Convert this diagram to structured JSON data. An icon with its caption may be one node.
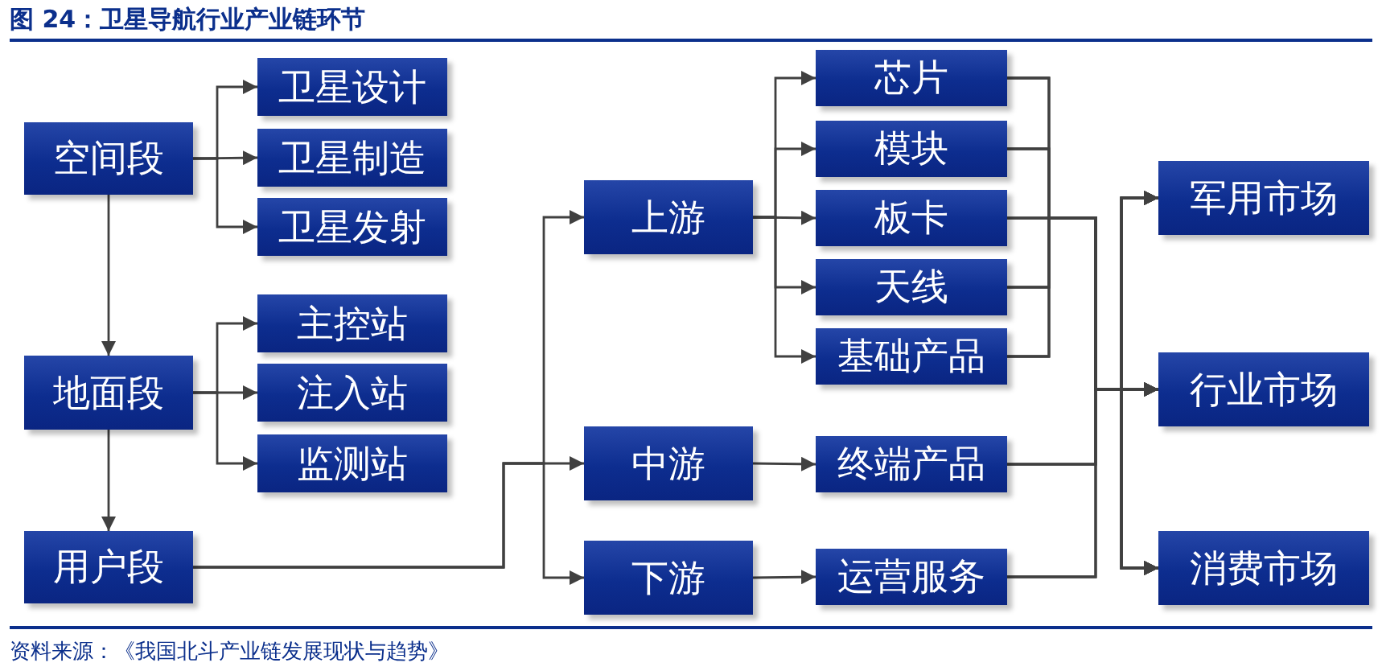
{
  "diagram": {
    "title": "图 24：卫星导航行业产业链环节",
    "caption": "资料来源：《我国北斗产业链发展现状与趋势》",
    "nodes": [
      {
        "text": [
          "空间段"
        ]
      },
      {
        "text": [
          "卫星设计"
        ]
      },
      {
        "text": [
          "卫星制造"
        ]
      },
      {
        "text": [
          "卫星发射"
        ]
      },
      {
        "text": [
          "地面段"
        ]
      },
      {
        "text": [
          "主控站"
        ]
      },
      {
        "text": [
          "注入站"
        ]
      },
      {
        "text": [
          "监测站"
        ]
      },
      {
        "text": [
          "用户段"
        ]
      },
      {
        "text": [
          "上游"
        ]
      },
      {
        "text": [
          "中游"
        ]
      },
      {
        "text": [
          "下游"
        ]
      },
      {
        "text": [
          "芯片"
        ]
      },
      {
        "text": [
          "模块"
        ]
      },
      {
        "text": [
          "板卡"
        ]
      },
      {
        "text": [
          "天线"
        ]
      },
      {
        "text": [
          "基础产品"
        ]
      },
      {
        "text": [
          "终端产品"
        ]
      },
      {
        "text": [
          "运营服务"
        ]
      },
      {
        "text": [
          "军用市场"
        ]
      },
      {
        "text": [
          "行业市场"
        ]
      },
      {
        "text": [
          "消费市场"
        ]
      }
    ],
    "edges": [
      {
        "from": 0,
        "to": 1,
        "arrow": "to"
      },
      {
        "from": 0,
        "to": 2,
        "arrow": "to"
      },
      {
        "from": 0,
        "to": 3,
        "arrow": "to"
      },
      {
        "from": 0,
        "to": 4,
        "arrow": "to"
      },
      {
        "from": 4,
        "to": 5,
        "arrow": "to"
      },
      {
        "from": 4,
        "to": 6,
        "arrow": "to"
      },
      {
        "from": 4,
        "to": 7,
        "arrow": "to"
      },
      {
        "from": 4,
        "to": 8,
        "arrow": "to"
      },
      {
        "from": 8,
        "to": 9,
        "arrow": "to"
      },
      {
        "from": 8,
        "to": 10,
        "arrow": "to"
      },
      {
        "from": 8,
        "to": 11,
        "arrow": "to"
      },
      {
        "from": 9,
        "to": 12,
        "arrow": "to"
      },
      {
        "from": 9,
        "to": 13,
        "arrow": "to"
      },
      {
        "from": 9,
        "to": 14,
        "arrow": "to"
      },
      {
        "from": 9,
        "to": 15,
        "arrow": "to"
      },
      {
        "from": 9,
        "to": 16,
        "arrow": "to"
      },
      {
        "from": 10,
        "to": 17,
        "arrow": "to"
      },
      {
        "from": 11,
        "to": 18,
        "arrow": "to"
      },
      {
        "from": 12,
        "to": 19,
        "arrow": "to"
      },
      {
        "from": 12,
        "to": 20,
        "arrow": "to"
      },
      {
        "from": 12,
        "to": 21,
        "arrow": "to"
      },
      {
        "from": 13,
        "to": 19,
        "arrow": "to"
      },
      {
        "from": 13,
        "to": 20,
        "arrow": "to"
      },
      {
        "from": 13,
        "to": 21,
        "arrow": "to"
      },
      {
        "from": 14,
        "to": 19,
        "arrow": "to"
      },
      {
        "from": 14,
        "to": 20,
        "arrow": "to"
      },
      {
        "from": 14,
        "to": 21,
        "arrow": "to"
      },
      {
        "from": 15,
        "to": 19,
        "arrow": "to"
      },
      {
        "from": 15,
        "to": 20,
        "arrow": "to"
      },
      {
        "from": 15,
        "to": 21,
        "arrow": "to"
      },
      {
        "from": 16,
        "to": 19,
        "arrow": "to"
      },
      {
        "from": 16,
        "to": 20,
        "arrow": "to"
      },
      {
        "from": 16,
        "to": 21,
        "arrow": "to"
      },
      {
        "from": 17,
        "to": 19,
        "arrow": "to"
      },
      {
        "from": 17,
        "to": 20,
        "arrow": "to"
      },
      {
        "from": 17,
        "to": 21,
        "arrow": "to"
      },
      {
        "from": 18,
        "to": 19,
        "arrow": "to"
      },
      {
        "from": 18,
        "to": 20,
        "arrow": "to"
      },
      {
        "from": 18,
        "to": 21,
        "arrow": "to"
      }
    ]
  }
}
